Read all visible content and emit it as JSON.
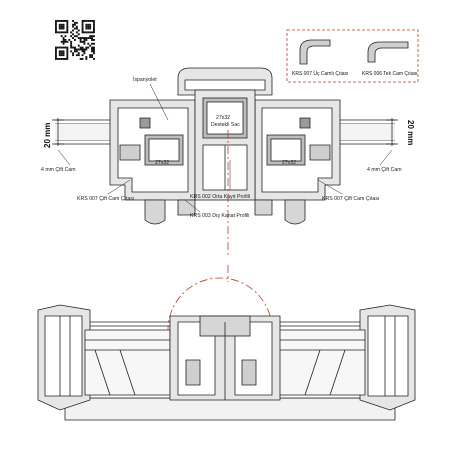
{
  "labels": {
    "espagnolette": "İspanyolet",
    "reinforcement_top": "27x32",
    "reinforcement_caption_1": "27x32",
    "reinforcement_caption_2": "Destekli Sac",
    "reinforcement_left": "27x32",
    "reinforcement_right": "27x32",
    "dim_left": "20 mm",
    "dim_right": "20 mm",
    "glass_left": "4 mm Çift Cam",
    "glass_right": "4 mm Çift Cam",
    "bead_left": "KRS 007 Çift Cam Çıtası",
    "bead_right": "KRS 007 Çift Cam Çıtası",
    "mullion": "KRS 002 Orta Kayıt Profili",
    "sash": "KRS 003 Dış Kanat Profili"
  },
  "inset": {
    "item1": "KRS 007 Üç Camlı Çıtası",
    "item2": "KRS 006 Tek Cam Çıtası"
  },
  "colors": {
    "accent": "#c0392b",
    "line": "#222222",
    "fill_light": "#e6e6e6",
    "fill_mid": "#bdbdbd"
  },
  "icons": {
    "qr": "qr-code-icon"
  }
}
